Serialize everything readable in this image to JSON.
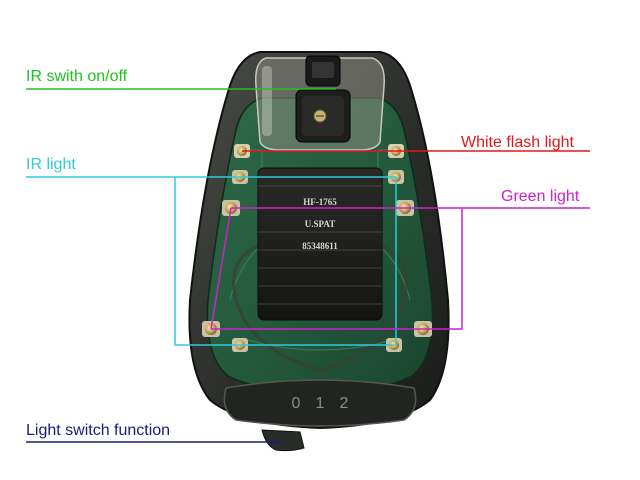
{
  "labels": {
    "ir_switch": "IR swith on/off",
    "ir_light": "IR light",
    "white_flash": "White flash light",
    "green_light": "Green light",
    "light_switch": "Light switch function"
  },
  "device_print": {
    "model": "HF-1765",
    "patent": "U.SPAT",
    "number": "85348611",
    "dial_numbers": [
      "0",
      "1",
      "2"
    ]
  },
  "colors": {
    "ir_switch": "#22c022",
    "ir_light": "#33c8dc",
    "white_flash": "#e01818",
    "green_light": "#cc22cc",
    "light_switch": "#1a1a80"
  }
}
